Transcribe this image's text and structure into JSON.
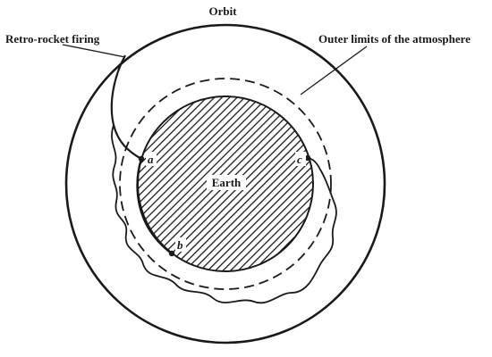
{
  "labels": {
    "orbit": "Orbit",
    "retro_rocket": "Retro-rocket firing",
    "atmosphere": "Outer limits of the atmosphere",
    "earth": "Earth"
  },
  "points": {
    "a": "a",
    "b": "b",
    "c": "c"
  },
  "colors": {
    "ink": "#1a1a1a",
    "earth_fill": "#d0d0d0",
    "background": "#ffffff"
  }
}
